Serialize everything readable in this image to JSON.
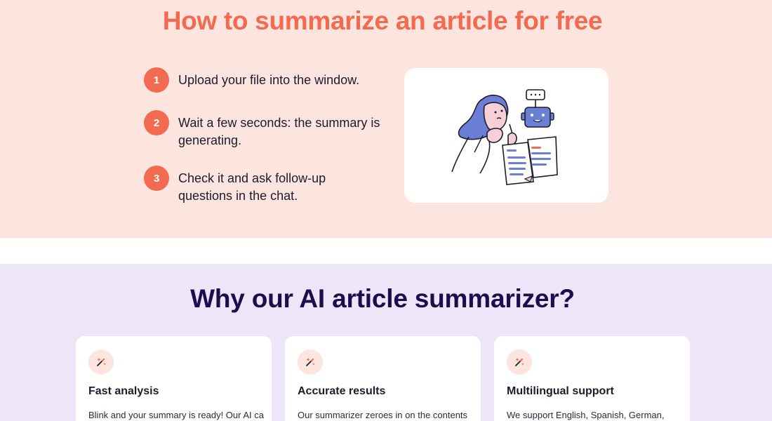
{
  "how_section": {
    "title": "How to summarize an article for free",
    "steps": [
      {
        "number": "1",
        "text": "Upload your file into the window."
      },
      {
        "number": "2",
        "text": "Wait a few seconds: the summary is generating."
      },
      {
        "number": "3",
        "text": "Check it and ask follow-up questions in the chat."
      }
    ],
    "illustration": "woman-reading-with-robot-illustration"
  },
  "why_section": {
    "title": "Why our AI article summarizer?",
    "features": [
      {
        "icon": "magic-wand-icon",
        "title": "Fast analysis",
        "desc": "Blink and your summary is ready! Our AI can"
      },
      {
        "icon": "magic-wand-icon",
        "title": "Accurate results",
        "desc": "Our summarizer zeroes in on the contents"
      },
      {
        "icon": "magic-wand-icon",
        "title": "Multilingual support",
        "desc": "We support English, Spanish, German,"
      }
    ]
  },
  "colors": {
    "accent": "#f26a4f",
    "how_bg": "#fde5df",
    "why_bg": "#ede6f9",
    "why_title": "#1a0e4d"
  }
}
